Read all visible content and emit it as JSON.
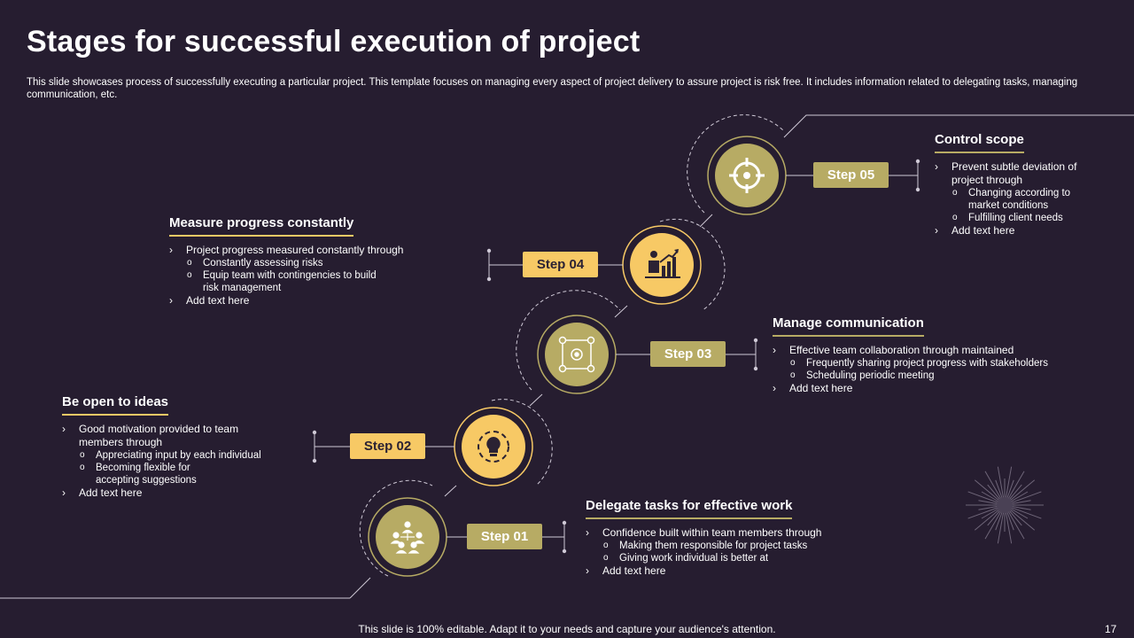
{
  "title": "Stages for successful execution of project",
  "subtitle": "This slide showcases process of successfully executing a particular project. This template focuses on managing every aspect of project delivery to assure project is risk free. It includes information related to delegating tasks, managing communication, etc.",
  "footer": "This slide is 100% editable. Adapt it to your needs and capture your audience's attention.",
  "page_number": "17",
  "colors": {
    "background": "#261d30",
    "gold": "#f7c965",
    "olive": "#b7ab64"
  },
  "steps": [
    {
      "label": "Step 01",
      "icon": "team-network-icon",
      "heading": "Delegate tasks for effective work",
      "items": [
        {
          "text": "Confidence  built within team members through",
          "sub": [
            "Making them responsible for project tasks",
            "Giving work individual is better at"
          ]
        },
        {
          "text": "Add text here",
          "sub": []
        }
      ]
    },
    {
      "label": "Step 02",
      "icon": "idea-bulb-icon",
      "heading": "Be open to ideas",
      "items": [
        {
          "text": "Good  motivation  provided  to team members through",
          "sub": [
            "Appreciating input by each individual",
            "Becoming flexible for accepting suggestions"
          ]
        },
        {
          "text": "Add text here",
          "sub": []
        }
      ]
    },
    {
      "label": "Step 03",
      "icon": "communication-gear-icon",
      "heading": "Manage communication",
      "items": [
        {
          "text": "Effective  team collaboration through  maintained",
          "sub": [
            "Frequently sharing project progress with stakeholders",
            "Scheduling periodic meeting"
          ]
        },
        {
          "text": "Add text here",
          "sub": []
        }
      ]
    },
    {
      "label": "Step 04",
      "icon": "growth-chart-icon",
      "heading": "Measure progress constantly",
      "items": [
        {
          "text": "Project progress  measured  constantly through",
          "sub": [
            "Constantly assessing risks",
            "Equip team with contingencies to build risk management"
          ]
        },
        {
          "text": "Add text here",
          "sub": []
        }
      ]
    },
    {
      "label": "Step 05",
      "icon": "target-crosshair-icon",
      "heading": "Control scope",
      "items": [
        {
          "text": "Prevent  subtle deviation  of project through",
          "sub": [
            "Changing according to market conditions",
            "Fulfilling client needs"
          ]
        },
        {
          "text": "Add text here",
          "sub": []
        }
      ]
    }
  ]
}
